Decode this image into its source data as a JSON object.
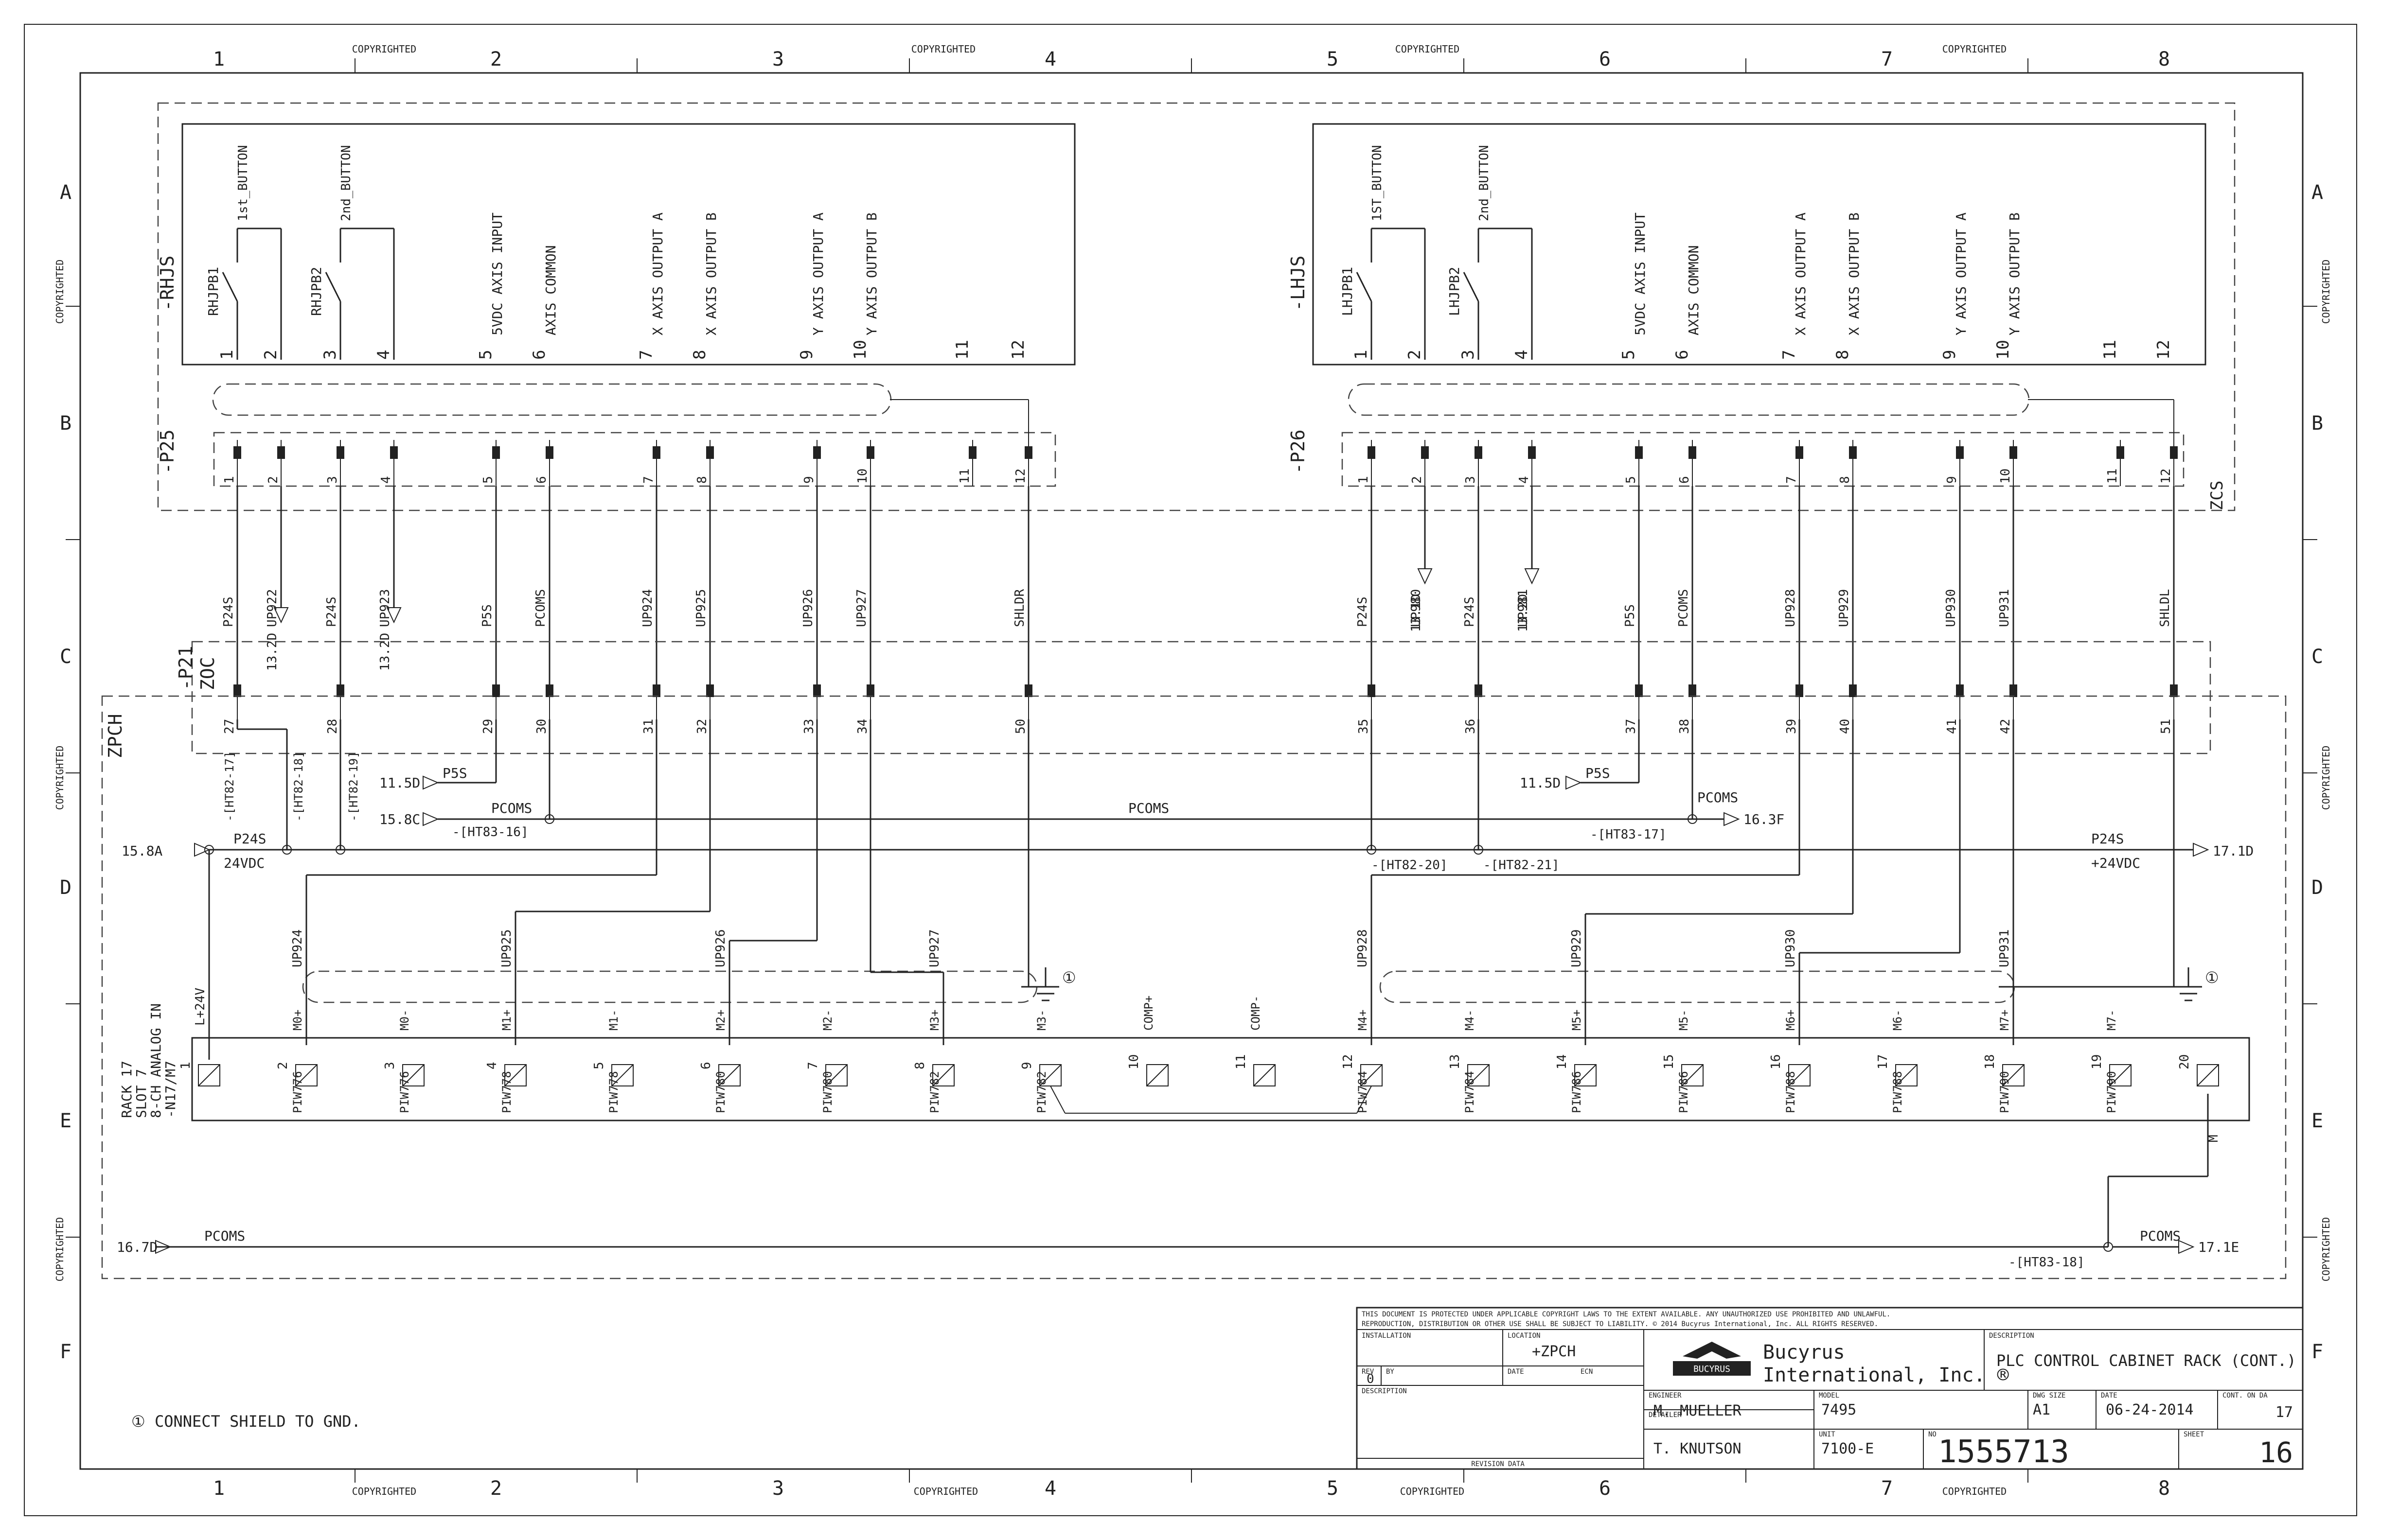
{
  "sheet": {
    "zone_columns": [
      "1",
      "2",
      "3",
      "4",
      "5",
      "6",
      "7",
      "8"
    ],
    "zone_rows": [
      "A",
      "B",
      "C",
      "D",
      "E",
      "F"
    ],
    "copyright_mark": "COPYRIGHTED"
  },
  "rhjs": {
    "device_tag": "-RHJS",
    "connector_tag": "-P25",
    "button_labels": [
      "1st_BUTTON",
      "2nd_BUTTON"
    ],
    "switch_tags": [
      "RHJPB1",
      "RHJPB2"
    ],
    "pin_functions": [
      "5VDC AXIS INPUT",
      "AXIS COMMON",
      "X AXIS OUTPUT A",
      "X AXIS OUTPUT B",
      "Y AXIS OUTPUT A",
      "Y AXIS OUTPUT B"
    ],
    "pins": [
      "1",
      "2",
      "3",
      "4",
      "5",
      "6",
      "7",
      "8",
      "9",
      "10",
      "11",
      "12"
    ],
    "wire_labels": [
      "P24S",
      "UP922",
      "P24S",
      "UP923",
      "P5S",
      "PCOMS",
      "UP924",
      "UP925",
      "UP926",
      "UP927",
      "SHLDR"
    ],
    "arrow_refs": [
      "13.2D",
      "13.2D"
    ]
  },
  "lhjs": {
    "device_tag": "-LHJS",
    "connector_tag": "-P26",
    "button_labels": [
      "1ST_BUTTON",
      "2nd_BUTTON"
    ],
    "switch_tags": [
      "LHJPB1",
      "LHJPB2"
    ],
    "pin_functions": [
      "5VDC AXIS INPUT",
      "AXIS COMMON",
      "X AXIS OUTPUT A",
      "X AXIS OUTPUT B",
      "Y AXIS OUTPUT A",
      "Y AXIS OUTPUT B"
    ],
    "pins": [
      "1",
      "2",
      "3",
      "4",
      "5",
      "6",
      "7",
      "8",
      "9",
      "10",
      "11",
      "12"
    ],
    "wire_labels": [
      "P24S",
      "UP980",
      "P24S",
      "UP981",
      "P5S",
      "PCOMS",
      "UP928",
      "UP929",
      "UP930",
      "UP931",
      "SHLDL"
    ],
    "arrow_refs": [
      "13.1D",
      "13.2D"
    ],
    "location_tag": "ZCS"
  },
  "p21": {
    "connector_tag": "-P21",
    "location_tag": "ZOC",
    "pins_left": [
      "27",
      "28",
      "29",
      "30",
      "31",
      "32",
      "33",
      "34",
      "50"
    ],
    "pins_right": [
      "35",
      "36",
      "37",
      "38",
      "39",
      "40",
      "41",
      "42",
      "51"
    ]
  },
  "zpch": {
    "location_tag": "ZPCH",
    "terminals": [
      "-[HT82-17]",
      "-[HT82-18]",
      "-[HT82-19]",
      "-[HT83-16]",
      "-[HT82-20]",
      "-[HT82-21]",
      "-[HT83-17]",
      "-[HT83-18]"
    ],
    "ref_1150_left": "11.5D",
    "ref_158c": "15.8C",
    "ref_158a": "15.8A",
    "ref_1150_right": "11.5D",
    "ref_163f": "16.3F",
    "ref_1710": "17.1D",
    "ref_1670": "16.7D",
    "ref_1710_bottom": "17.1E",
    "p5s": "P5S",
    "pcoms": "PCOMS",
    "p24s": "P24S",
    "vdc_left": "24VDC",
    "vdc_right": "+24VDC",
    "shield_mark": "①",
    "module_label": [
      "RACK 17",
      "SLOT 7",
      "8-CH ANALOG IN",
      "-N17/M7"
    ],
    "supply_label": "L+24V",
    "wire_drops_left": [
      "UP924",
      "UP925",
      "UP926",
      "UP927"
    ],
    "wire_drops_right": [
      "UP928",
      "UP929",
      "UP930",
      "UP931"
    ],
    "channel_labels": [
      "M0+",
      "M0-",
      "M1+",
      "M1-",
      "M2+",
      "M2-",
      "M3+",
      "M3-",
      "COMP+",
      "COMP-",
      "M4+",
      "M4-",
      "M5+",
      "M5-",
      "M6+",
      "M6-",
      "M7+",
      "M7-"
    ],
    "terminal_numbers": [
      "1",
      "2",
      "3",
      "4",
      "5",
      "6",
      "7",
      "8",
      "9",
      "10",
      "11",
      "12",
      "13",
      "14",
      "15",
      "16",
      "17",
      "18",
      "19",
      "20"
    ],
    "terminal_tags": [
      "PIW776",
      "PIW776",
      "PIW778",
      "PIW778",
      "PIW780",
      "PIW780",
      "PIW782",
      "PIW782",
      "PIW784",
      "PIW784",
      "PIW786",
      "PIW786",
      "PIW788",
      "PIW788",
      "PIW790",
      "PIW790"
    ],
    "m_label": "M"
  },
  "notes": {
    "shield_note": "① CONNECT SHIELD TO GND."
  },
  "title_block": {
    "legal_line1": "THIS DOCUMENT IS PROTECTED UNDER APPLICABLE COPYRIGHT LAWS TO THE EXTENT AVAILABLE.  ANY UNAUTHORIZED USE PROHIBITED AND UNLAWFUL.",
    "legal_line2": "REPRODUCTION, DISTRIBUTION OR OTHER USE SHALL BE SUBJECT TO LIABILITY. © 2014 Bucyrus International, Inc. ALL RIGHTS RESERVED.",
    "installation_label": "INSTALLATION",
    "location_label": "LOCATION",
    "location_value": "+ZPCH",
    "rev_label": "REV",
    "by_label": "BY",
    "date_label": "DATE",
    "eco_label": "ECN",
    "rev_value": "0",
    "description_label": "DESCRIPTION",
    "revision_data_label": "REVISION DATA",
    "company_line1": "Bucyrus",
    "company_line2": "International, Inc. ®",
    "logo_text": "BUCYRUS",
    "drawing_description_label": "DESCRIPTION",
    "drawing_description": "PLC CONTROL CABINET RACK (CONT.)",
    "engineer_label": "ENGINEER",
    "engineer": "M. MUELLER",
    "detailer_label": "DETAILER",
    "detailer": "T. KNUTSON",
    "model_label": "MODEL",
    "model": "7495",
    "unit_label": "UNIT",
    "unit": "7100-E",
    "dwg_size_label": "DWG SIZE",
    "dwg_size": "A1",
    "date_label2": "DATE",
    "date": "06-24-2014",
    "cont_label": "CONT. ON DA",
    "cont_value": "17",
    "no_label": "NO",
    "number": "1555713",
    "sheet_label": "SHEET",
    "sheet": "16"
  }
}
